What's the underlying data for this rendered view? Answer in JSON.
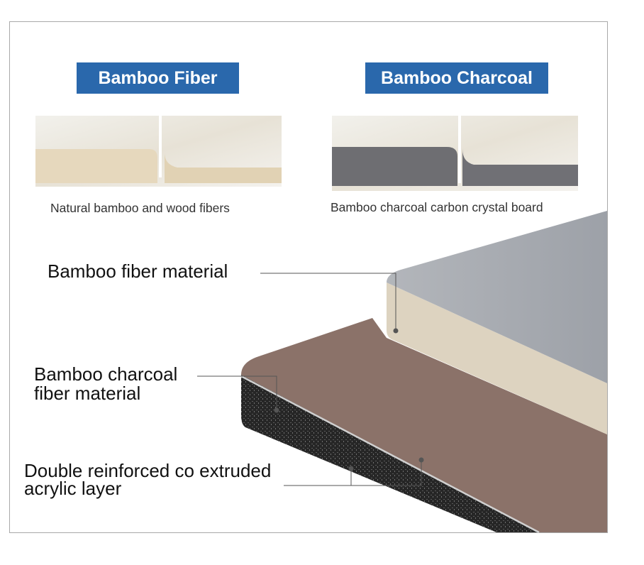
{
  "panels": [
    {
      "title": "Bamboo Fiber",
      "caption": "Natural bamboo and wood fibers",
      "edge_color": "#e6d8bd"
    },
    {
      "title": "Bamboo Charcoal",
      "caption": "Bamboo charcoal carbon crystal board",
      "edge_color": "#6e6e72"
    }
  ],
  "callouts": [
    {
      "label": "Bamboo fiber material"
    },
    {
      "label_line1": "Bamboo charcoal",
      "label_line2": "fiber material"
    },
    {
      "label_line1": "Double reinforced co extruded",
      "label_line2": "acrylic layer"
    }
  ],
  "colors": {
    "header": "#2a68ac",
    "top_surface": "#a7abb1",
    "fiber_core": "#ddd3c0",
    "brown_surface": "#8b7269",
    "charcoal_core": "#262626"
  }
}
